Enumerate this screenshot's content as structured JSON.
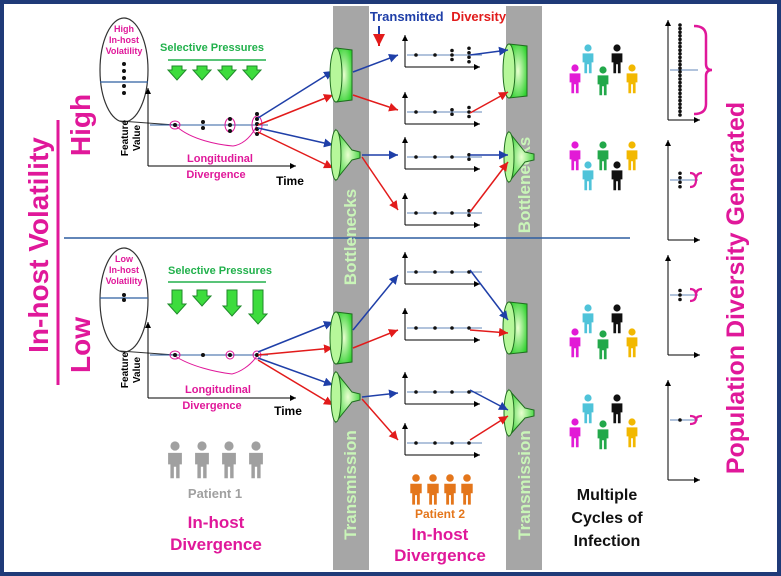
{
  "title": {
    "axis": "In-host Volatility",
    "high": "High",
    "low": "Low",
    "right": "Population Diversity Generated"
  },
  "transmitted": {
    "word1": "Transmitted",
    "word2": "Diversity"
  },
  "upper_panel": {
    "bubble_lines": [
      "High",
      "In-host",
      "Volatility"
    ],
    "selective_pressures": "Selective Pressures",
    "feature_value_lines": [
      "Feature",
      "Value"
    ],
    "longitudinal_lines": [
      "Longitudinal",
      "Divergence"
    ],
    "time": "Time"
  },
  "lower_panel": {
    "bubble_lines": [
      "Low",
      "In-host",
      "Volatility"
    ],
    "selective_pressures": "Selective Pressures",
    "feature_value_lines": [
      "Feature",
      "Value"
    ],
    "longitudinal_lines": [
      "Longitudinal",
      "Divergence"
    ],
    "time": "Time"
  },
  "columns": {
    "bottlenecks": "Bottlenecks",
    "transmission": "Transmission"
  },
  "bottom": {
    "patient1": "Patient 1",
    "in_host_divergence_1": [
      "In-host",
      "Divergence"
    ],
    "patient2": "Patient 2",
    "in_host_divergence_2": [
      "In-host",
      "Divergence"
    ],
    "multiple_cycles": [
      "Multiple",
      "Cycles of",
      "Infection"
    ]
  },
  "colors": {
    "magenta": "#e0189a",
    "green": "#22b14c",
    "blue": "#1f3fa8",
    "red": "#e21b1b",
    "orange": "#e4761b",
    "gray_band": "#a6a6a6",
    "frame": "#1f3a78",
    "patient1_gray": "#a0a0a0",
    "people": [
      "#e21bd6",
      "#4fc3d9",
      "#111111",
      "#22a84a",
      "#f2b800"
    ]
  }
}
